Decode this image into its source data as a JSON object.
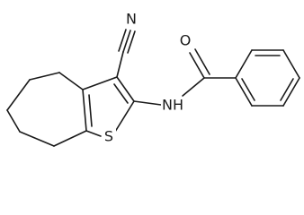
{
  "molecule": {
    "atoms": {
      "nitrile_nitrogen": "N",
      "carbonyl_oxygen": "O",
      "amide_nitrogen": "NH",
      "thiophene_sulfur": "S"
    }
  }
}
